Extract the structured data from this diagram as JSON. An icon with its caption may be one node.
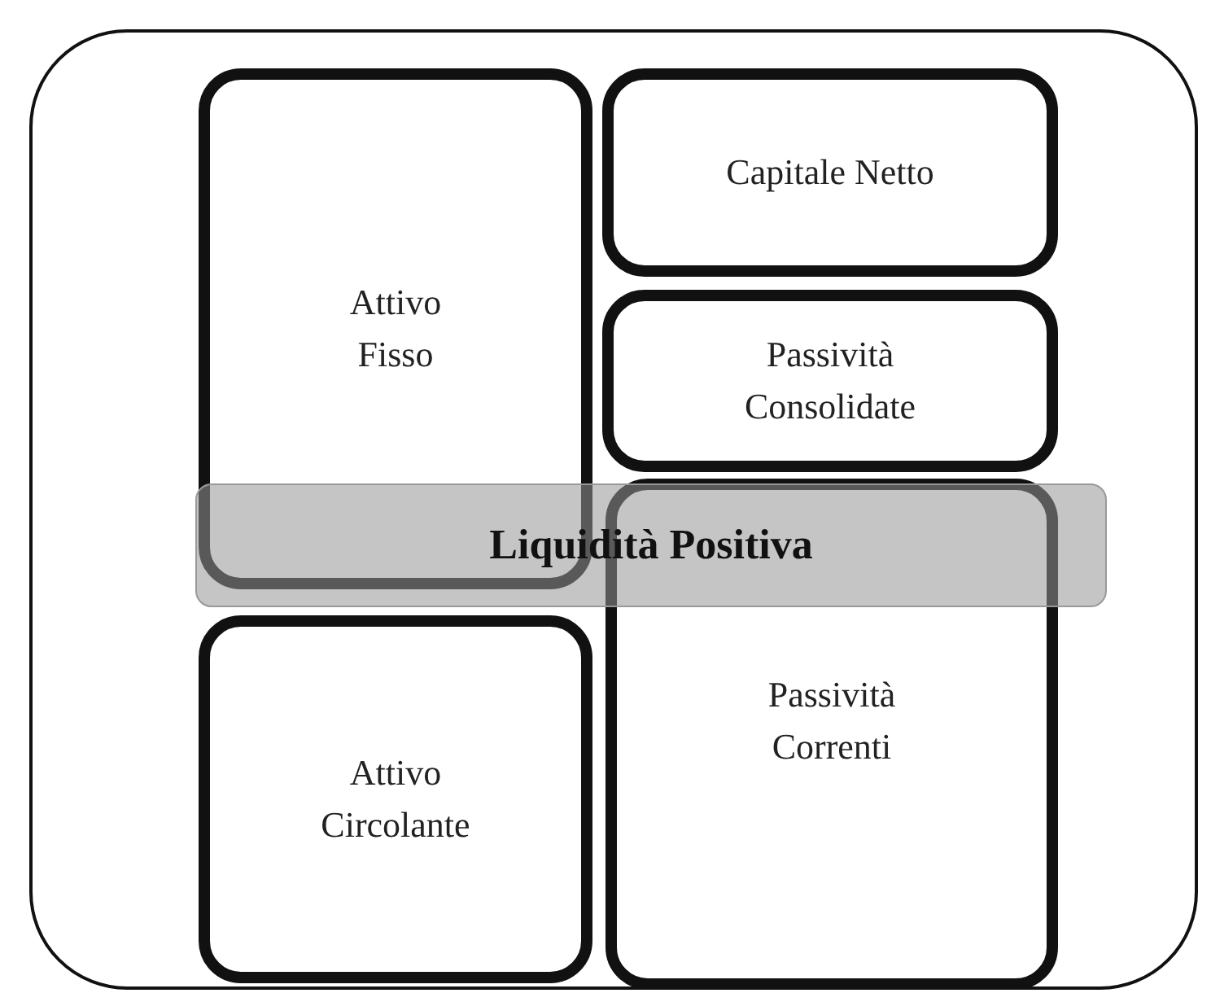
{
  "diagram": {
    "nodes": [
      {
        "text": [],
        "shape": "box"
      },
      {
        "text": [
          "Attivo Fisso"
        ],
        "in": 0
      },
      {
        "text": [
          "Capitale Netto"
        ],
        "in": 0
      },
      {
        "text": [
          "Passività Consolidate"
        ],
        "in": 0
      },
      {
        "text": [
          "Liquidità Positiva"
        ],
        "in": 0
      },
      {
        "text": [
          "Attivo Circolante"
        ],
        "in": 0
      },
      {
        "text": [
          "Passività Correnti"
        ],
        "in": 0
      }
    ]
  }
}
